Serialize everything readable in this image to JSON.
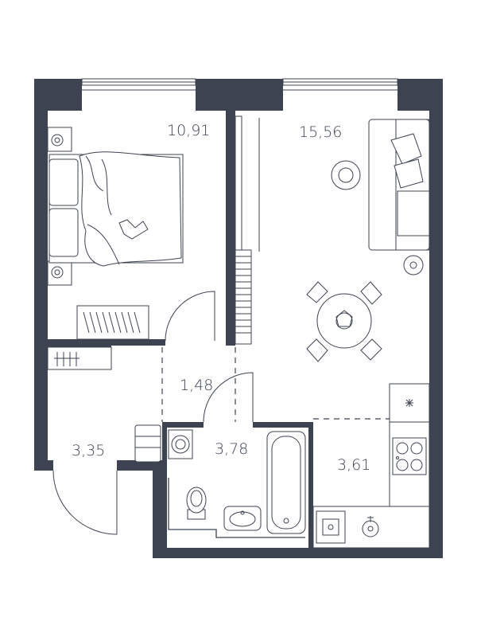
{
  "plan": {
    "rooms": [
      {
        "id": "bedroom",
        "area": "10,91"
      },
      {
        "id": "living",
        "area": "15,56"
      },
      {
        "id": "corridor",
        "area": "1,48"
      },
      {
        "id": "hall",
        "area": "3,35"
      },
      {
        "id": "bathroom",
        "area": "3,78"
      },
      {
        "id": "kitchen",
        "area": "3,61"
      }
    ]
  }
}
